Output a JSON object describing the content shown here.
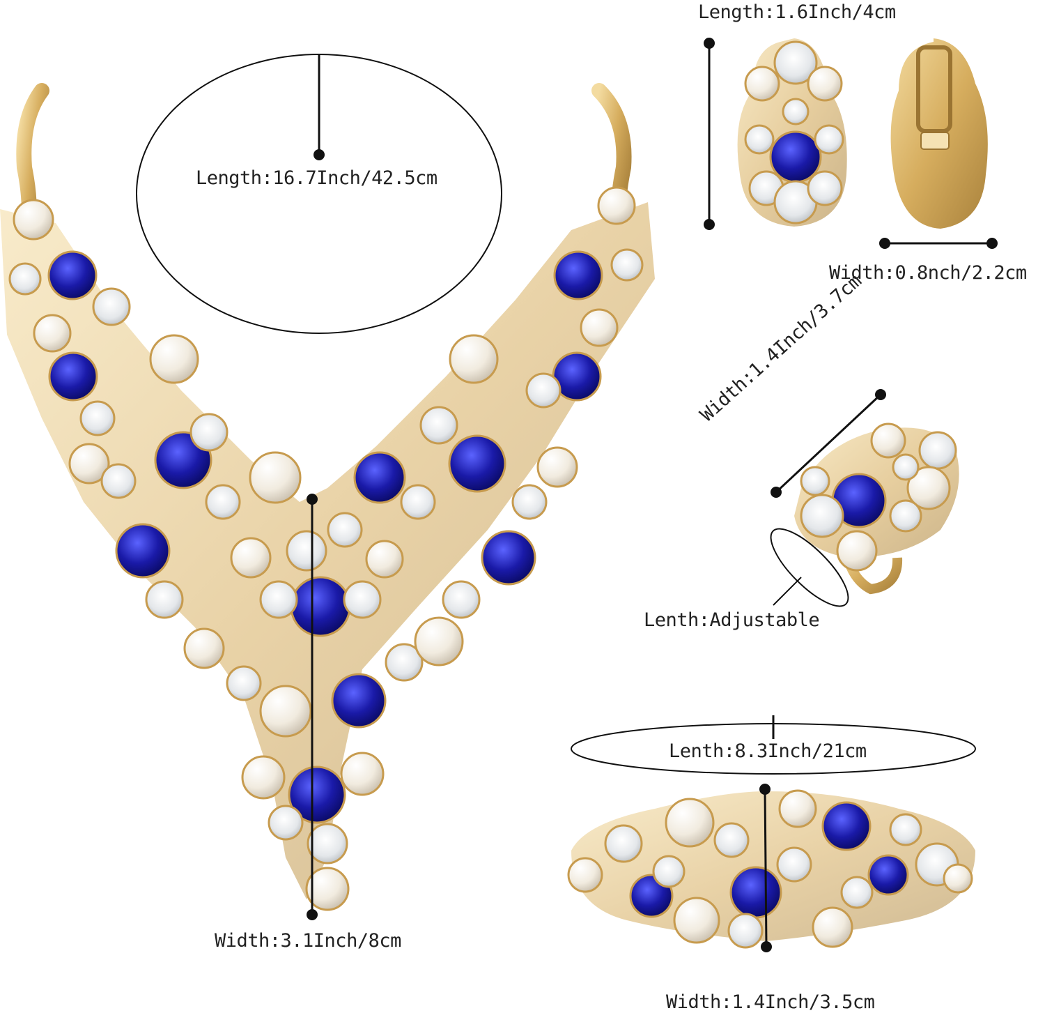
{
  "necklace": {
    "length_label": "Length:16.7Inch/42.5cm",
    "width_label": "Width:3.1Inch/8cm"
  },
  "earrings": {
    "length_label": "Length:1.6Inch/4cm",
    "width_label": "Width:0.8nch/2.2cm"
  },
  "ring": {
    "width_label": "Width:1.4Inch/3.7cm",
    "length_label": "Lenth:Adjustable"
  },
  "bracelet": {
    "length_label": "Lenth:8.3Inch/21cm",
    "width_label": "Width:1.4Inch/3.5cm"
  },
  "colors": {
    "gold": "#d9b56a",
    "sapphire": "#1a1aa8",
    "pearl": "#f3eee4",
    "crystal": "#e9ecef"
  }
}
